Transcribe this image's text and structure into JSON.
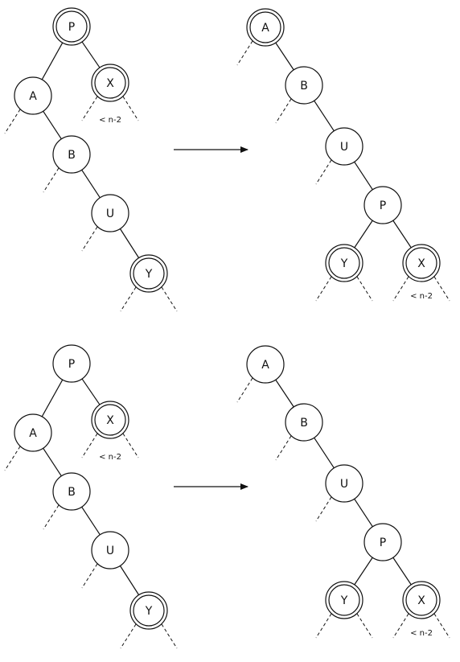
{
  "colors": {
    "stroke": "#111111",
    "background": "#ffffff"
  },
  "diagrams": [
    {
      "before": {
        "nodes": [
          {
            "id": "P",
            "label": "P",
            "double": true
          },
          {
            "id": "A",
            "label": "A",
            "double": false
          },
          {
            "id": "X",
            "label": "X",
            "double": true,
            "note": "< n-2"
          },
          {
            "id": "B",
            "label": "B",
            "double": false
          },
          {
            "id": "U",
            "label": "U",
            "double": false
          },
          {
            "id": "Y",
            "label": "Y",
            "double": true
          }
        ]
      },
      "after": {
        "nodes": [
          {
            "id": "A",
            "label": "A",
            "double": true
          },
          {
            "id": "B",
            "label": "B",
            "double": false
          },
          {
            "id": "U",
            "label": "U",
            "double": false
          },
          {
            "id": "P",
            "label": "P",
            "double": false
          },
          {
            "id": "Y",
            "label": "Y",
            "double": true
          },
          {
            "id": "X",
            "label": "X",
            "double": true,
            "note": "< n-2"
          }
        ]
      }
    },
    {
      "before": {
        "nodes": [
          {
            "id": "P",
            "label": "P",
            "double": false
          },
          {
            "id": "A",
            "label": "A",
            "double": false
          },
          {
            "id": "X",
            "label": "X",
            "double": true,
            "note": "< n-2"
          },
          {
            "id": "B",
            "label": "B",
            "double": false
          },
          {
            "id": "U",
            "label": "U",
            "double": false
          },
          {
            "id": "Y",
            "label": "Y",
            "double": true
          }
        ]
      },
      "after": {
        "nodes": [
          {
            "id": "A",
            "label": "A",
            "double": false
          },
          {
            "id": "B",
            "label": "B",
            "double": false
          },
          {
            "id": "U",
            "label": "U",
            "double": false
          },
          {
            "id": "P",
            "label": "P",
            "double": false
          },
          {
            "id": "Y",
            "label": "Y",
            "double": true
          },
          {
            "id": "X",
            "label": "X",
            "double": true,
            "note": "< n-2"
          }
        ]
      }
    }
  ]
}
